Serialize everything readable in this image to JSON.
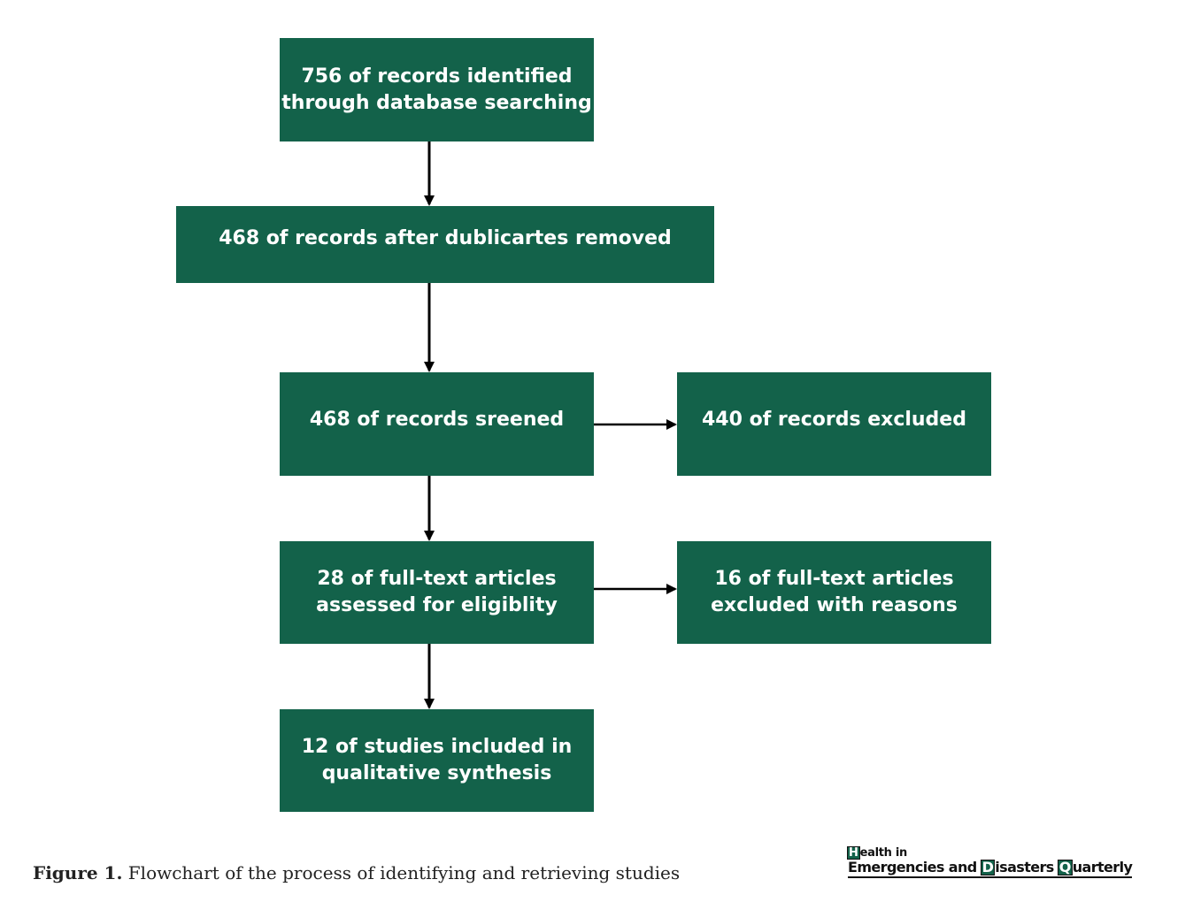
{
  "colors": {
    "box_fill": "#13624a",
    "box_text": "#ffffff",
    "arrow": "#000000"
  },
  "flowchart": {
    "identified": [
      "756 of records identified",
      "through database searching"
    ],
    "deduplicated": [
      "468 of records after dublicartes removed"
    ],
    "screened": [
      "468 of records sreened"
    ],
    "excluded": [
      "440 of  records excluded"
    ],
    "assessed": [
      "28 of full-text articles",
      "assessed for eligiblity"
    ],
    "excluded_reasons": [
      "16 of full-text articles",
      "excluded with reasons"
    ],
    "included": [
      "12 of studies included in",
      "qualitative synthesis"
    ]
  },
  "caption": {
    "label": "Figure 1.",
    "text": " Flowchart of the process of identifying and retrieving studies"
  },
  "logo": {
    "initial_h": "H",
    "health_rest": "ealth in",
    "emergencies": "Emergencies and ",
    "initial_d": "D",
    "disasters_rest": "isasters ",
    "initial_q": "Q",
    "quarterly_rest": "uarterly"
  }
}
